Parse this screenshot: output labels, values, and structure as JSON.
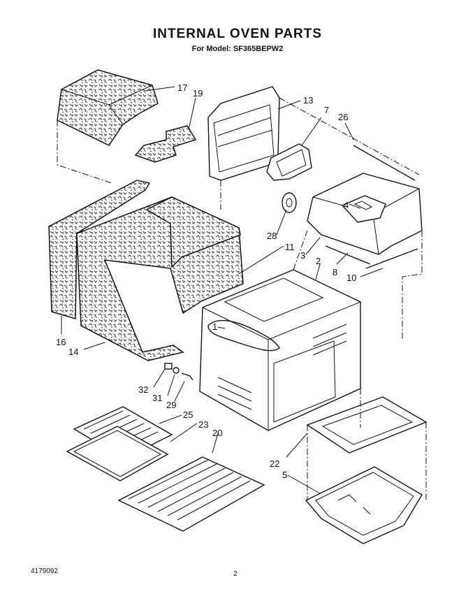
{
  "title": "INTERNAL OVEN PARTS",
  "subtitle": "For Model: SF365BEPW2",
  "footer": {
    "doc_number": "4179092",
    "page_number": "2"
  },
  "callouts": [
    "17",
    "19",
    "13",
    "7",
    "26",
    "4",
    "28",
    "3",
    "8",
    "10",
    "11",
    "2",
    "1",
    "16",
    "14",
    "32",
    "31",
    "29",
    "25",
    "23",
    "20",
    "22",
    "5"
  ]
}
